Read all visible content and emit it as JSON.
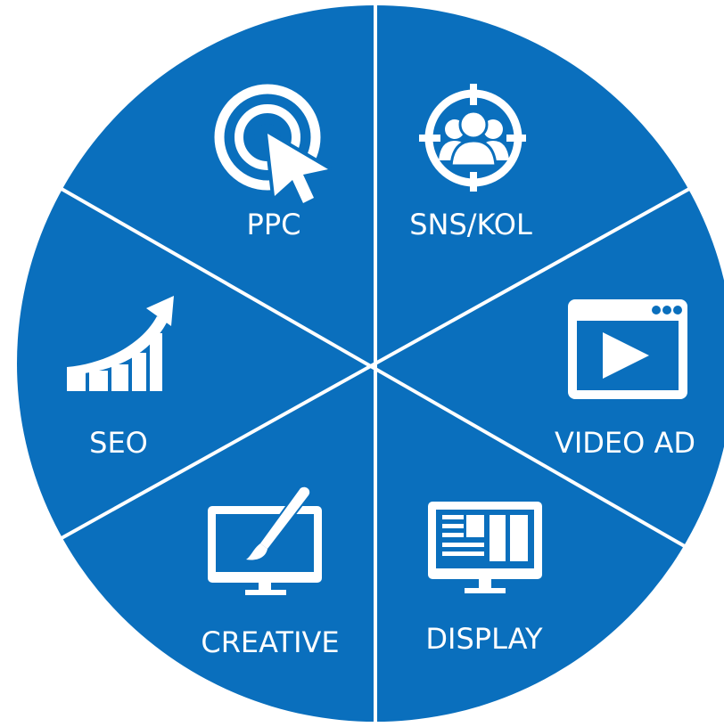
{
  "colors": {
    "disc": "#0a6fbd",
    "divider": "#ffffff",
    "icon": "#ffffff",
    "label": "#ffffff"
  },
  "segments": [
    {
      "label": "PPC",
      "icon": "target-cursor-icon"
    },
    {
      "label": "SNS/KOL",
      "icon": "people-target-icon"
    },
    {
      "label": "VIDEO AD",
      "icon": "video-player-icon"
    },
    {
      "label": "DISPLAY",
      "icon": "monitor-layout-icon"
    },
    {
      "label": "CREATIVE",
      "icon": "monitor-brush-icon"
    },
    {
      "label": "SEO",
      "icon": "growth-chart-icon"
    }
  ]
}
